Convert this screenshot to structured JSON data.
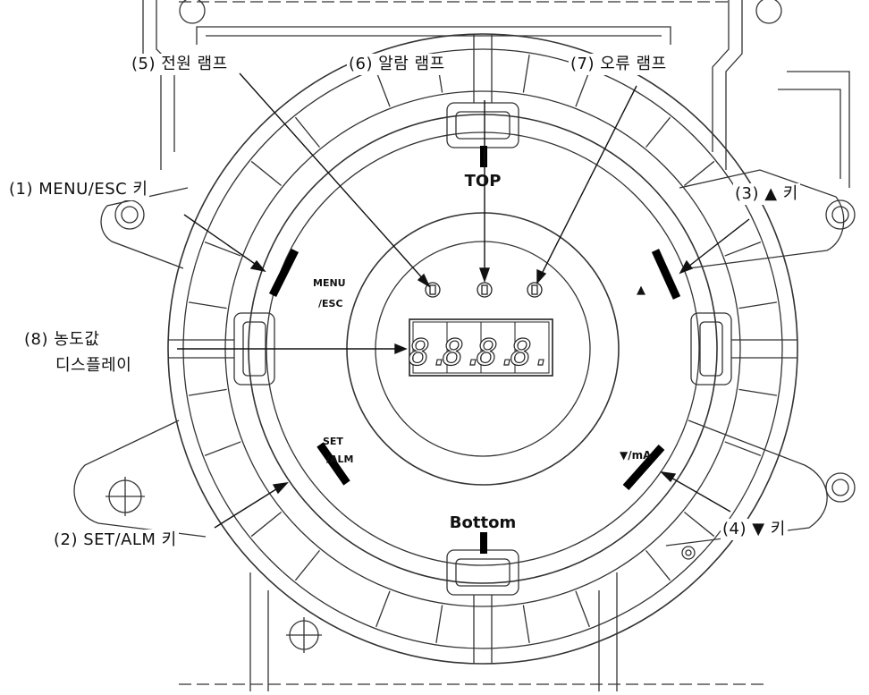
{
  "panel_labels": {
    "top": "TOP",
    "bottom": "Bottom",
    "menu_line1": "MENU",
    "menu_line2": "/ESC",
    "set_line1": "SET",
    "set_line2": "/ALM",
    "up_key": "▲",
    "down_key": "▼/mA"
  },
  "display": {
    "digits": [
      "8.",
      "8.",
      "8.",
      "8."
    ]
  },
  "callouts": {
    "power_lamp": "(5) 전원 램프",
    "alarm_lamp": "(6) 알람 램프",
    "error_lamp": "(7) 오류 램프",
    "menu_esc_key": "(1) MENU/ESC 키",
    "up_key": "(3) ▲ 키",
    "concentration_display_line1": "(8) 농도값",
    "concentration_display_line2": "디스플레이",
    "set_alm_key": "(2) SET/ALM 키",
    "down_key": "(4) ▼ 키"
  },
  "colors": {
    "line": "#222222",
    "key_bar": "#000000",
    "background": "#ffffff"
  }
}
